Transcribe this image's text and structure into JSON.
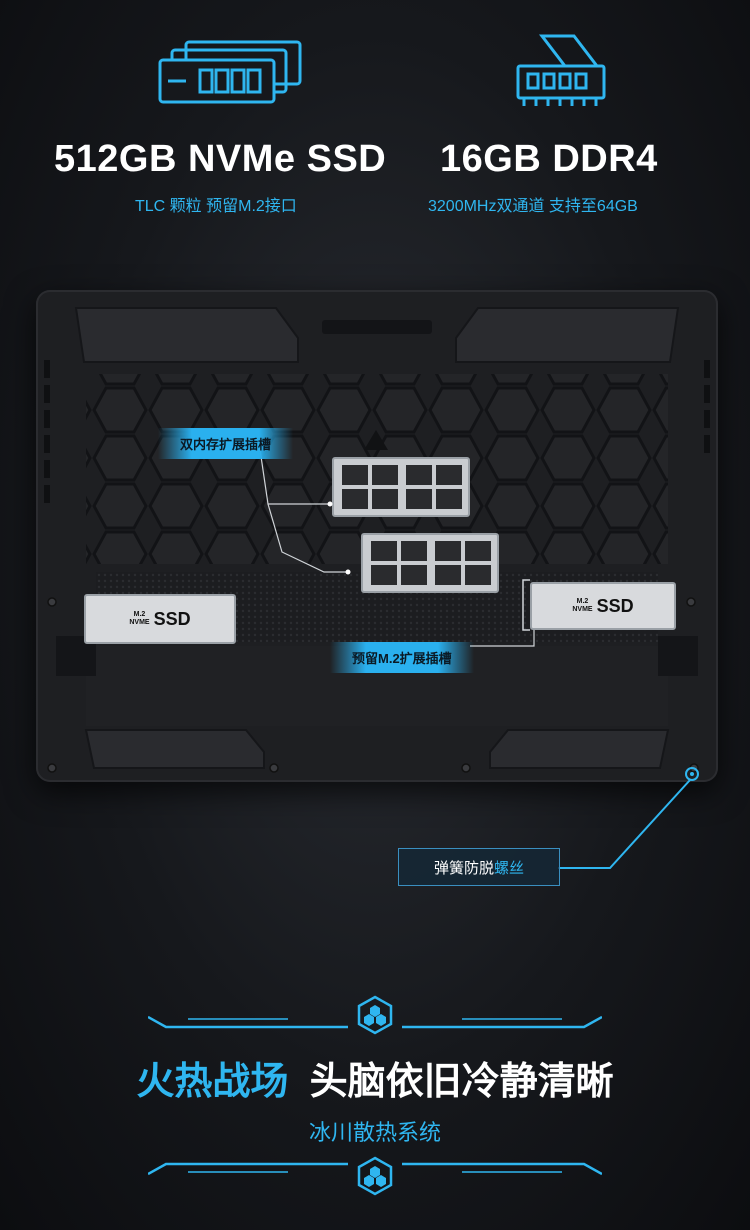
{
  "ssd": {
    "title": "512GB NVMe SSD",
    "subtitle": "TLC 颗粒 预留M.2接口"
  },
  "ram": {
    "title": "16GB DDR4",
    "subtitle": "3200MHz双通道 支持至64GB"
  },
  "callouts": {
    "memory_slots": "双内存扩展插槽",
    "m2_slot": "预留M.2扩展插槽"
  },
  "ssd_card": {
    "form_line1": "M.2",
    "form_line2": "NVME",
    "label": "SSD"
  },
  "screw": {
    "prefix": "弹簧防脱",
    "highlight": "螺丝"
  },
  "headline": {
    "blue": "火热战场",
    "white": "头脑依旧冷静清晰"
  },
  "subline": "冰川散热系统",
  "colors": {
    "accent": "#2fb6f0",
    "background": "#16181c"
  }
}
